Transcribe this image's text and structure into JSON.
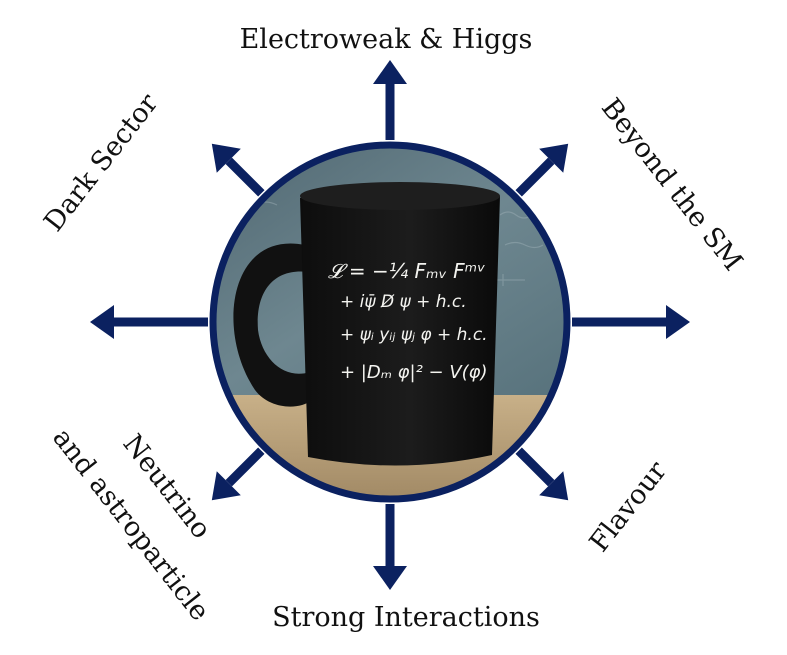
{
  "colors": {
    "arrow": "#0b2160",
    "ring": "#0b2160",
    "mug": "#141414",
    "wall": "#5f7680",
    "table": "#b9a07a",
    "chalk": "#f4f4f0"
  },
  "labels": {
    "top": "Electroweak & Higgs",
    "top_right": "Beyond the SM",
    "bottom_right": "Flavour",
    "bottom": "Strong Interactions",
    "bottom_left_line1": "Neutrino",
    "bottom_left_line2": "and astroparticle",
    "top_left": "Dark Sector"
  },
  "mug_equation": {
    "line1": "𝓛 = −¼ Fₘᵥ Fᵐᵛ",
    "line2": "+ iψ̄ D̸ ψ + h.c.",
    "line3": "+ ψᵢ yᵢⱼ ψⱼ φ + h.c.",
    "line4": "+ |Dₘ φ|² − V(φ)"
  },
  "icons": {
    "arrows": "arrow-icon"
  }
}
